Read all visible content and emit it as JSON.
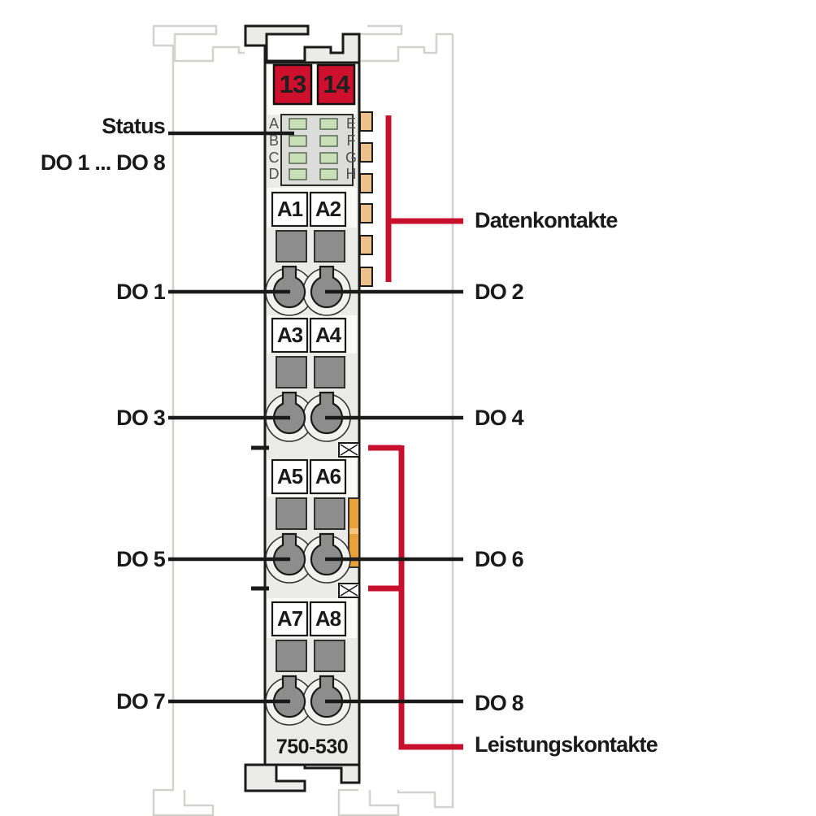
{
  "figure": {
    "left": {
      "status": "Status",
      "range": "DO 1 ... DO 8",
      "do1": "DO 1",
      "do3": "DO 3",
      "do5": "DO 5",
      "do7": "DO 7"
    },
    "right": {
      "daten": "Datenkontakte",
      "do2": "DO 2",
      "do4": "DO 4",
      "do6": "DO 6",
      "do8": "DO 8",
      "leistung": "Leistungskontakte"
    },
    "module": {
      "model": "750-530",
      "clamps": [
        "13",
        "14"
      ],
      "led_left": [
        "A",
        "B",
        "C",
        "D"
      ],
      "led_right": [
        "E",
        "F",
        "G",
        "H"
      ],
      "terminals": [
        "A1",
        "A2",
        "A3",
        "A4",
        "A5",
        "A6",
        "A7",
        "A8"
      ]
    },
    "colors": {
      "accent_red": "#c8102e",
      "clamp_red": "#cf102c",
      "led_green": "#c9dfb8",
      "data_contact_tan": "#eec08b",
      "latch_orange": "#e9a23b",
      "module_body": "#ebebe9",
      "ghost_outline": "#d2d2d0"
    }
  }
}
